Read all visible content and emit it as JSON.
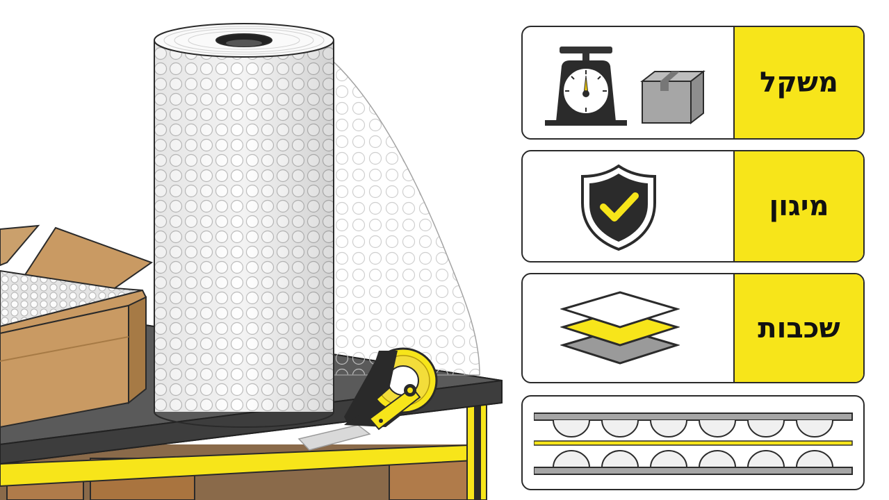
{
  "panels": [
    {
      "label": "משקל",
      "icons": [
        "scale-icon",
        "box-icon"
      ]
    },
    {
      "label": "מיגון",
      "icons": [
        "shield-check-icon"
      ]
    },
    {
      "label": "שכבות",
      "icons": [
        "layers-icon"
      ]
    },
    {
      "label": "",
      "icons": [
        "bubble-cross-section-icon"
      ]
    }
  ],
  "colors": {
    "accent": "#f7e51a",
    "outline": "#2a2a2a",
    "table": "#5a5a5a",
    "cardboard": "#c99a63"
  }
}
